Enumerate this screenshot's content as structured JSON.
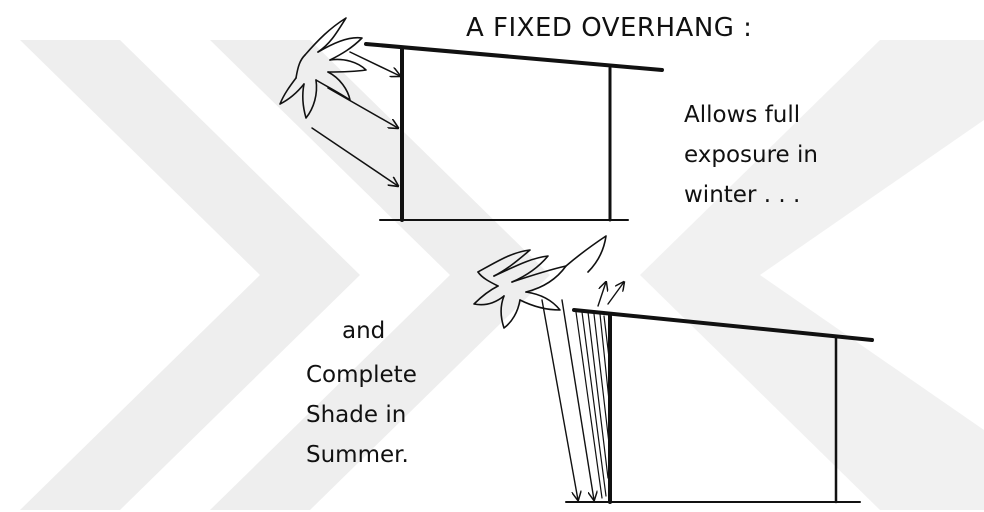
{
  "title": "A FIXED OVERHANG :",
  "winter_note": [
    "Allows full",
    "exposure in",
    "winter . . ."
  ],
  "summer_note": [
    "and",
    "Complete",
    "Shade in",
    "Summer."
  ],
  "colors": {
    "ink": "#111111",
    "watermark": "#eeeeee",
    "background": "#ffffff"
  },
  "icons": {
    "sun_winter": "sun-scribble-icon",
    "sun_summer": "sun-scribble-icon"
  }
}
